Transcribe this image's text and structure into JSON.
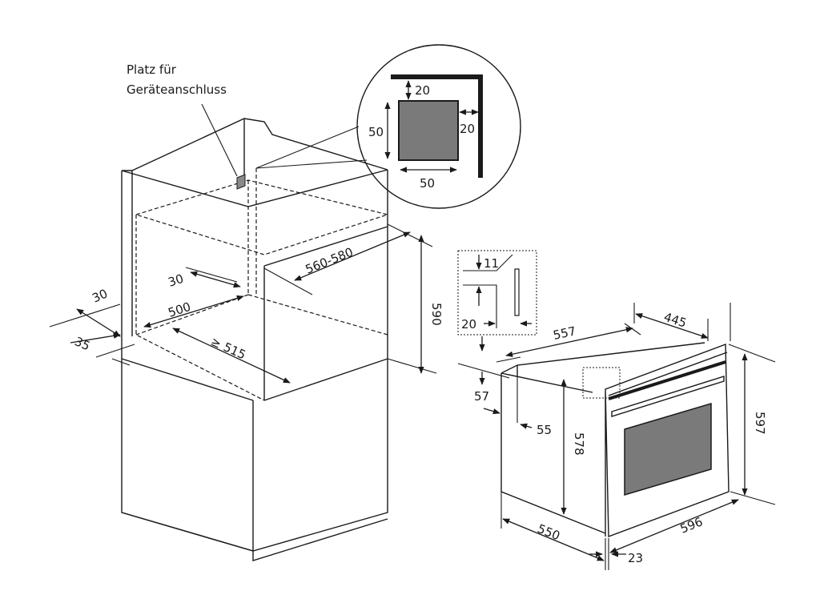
{
  "label": {
    "connection_line1": "Platz für",
    "connection_line2": "Geräteanschluss"
  },
  "detail_circle": {
    "top_gap": "20",
    "side_gap": "20",
    "height": "50",
    "width": "50"
  },
  "cabinet": {
    "top_depth_30": "30",
    "depth_500": "500",
    "min_depth": "≥ 515",
    "width_range": "560-580",
    "height": "590",
    "left_30": "30",
    "left_35": "35"
  },
  "oven": {
    "total_depth": "557",
    "top_depth": "445",
    "side_57": "57",
    "side_55": "55",
    "body_height": "578",
    "front_height": "597",
    "body_depth": "550",
    "front_width": "596",
    "door_thickness": "23"
  },
  "inset": {
    "val_11": "11",
    "val_20": "20"
  },
  "colors": {
    "line": "#1a1a1a",
    "window_fill": "#7a7a7a",
    "connection_fill": "#8a8a8a"
  }
}
